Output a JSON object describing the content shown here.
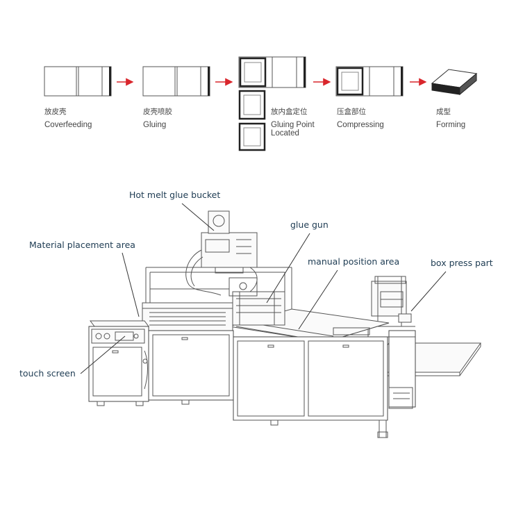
{
  "process_flow": {
    "arrow_color": "#d9262c",
    "steps": [
      {
        "zh": "放皮壳",
        "en": "Coverfeeding"
      },
      {
        "zh": "皮壳喷胶",
        "en": "Gluing"
      },
      {
        "zh": "放内盒定位",
        "en": "Gluing Point",
        "en2": "Located"
      },
      {
        "zh": "压盒部位",
        "en": "Compressing"
      },
      {
        "zh": "成型",
        "en": "Forming"
      }
    ]
  },
  "machine": {
    "labels": {
      "hot_melt_glue_bucket": "Hot melt glue bucket",
      "glue_gun": "glue gun",
      "material_placement_area": "Material placement area",
      "manual_position_area": "manual position area",
      "box_press_part": "box press part",
      "touch_screen": "touch screen"
    },
    "label_color": "#1d3b52"
  }
}
